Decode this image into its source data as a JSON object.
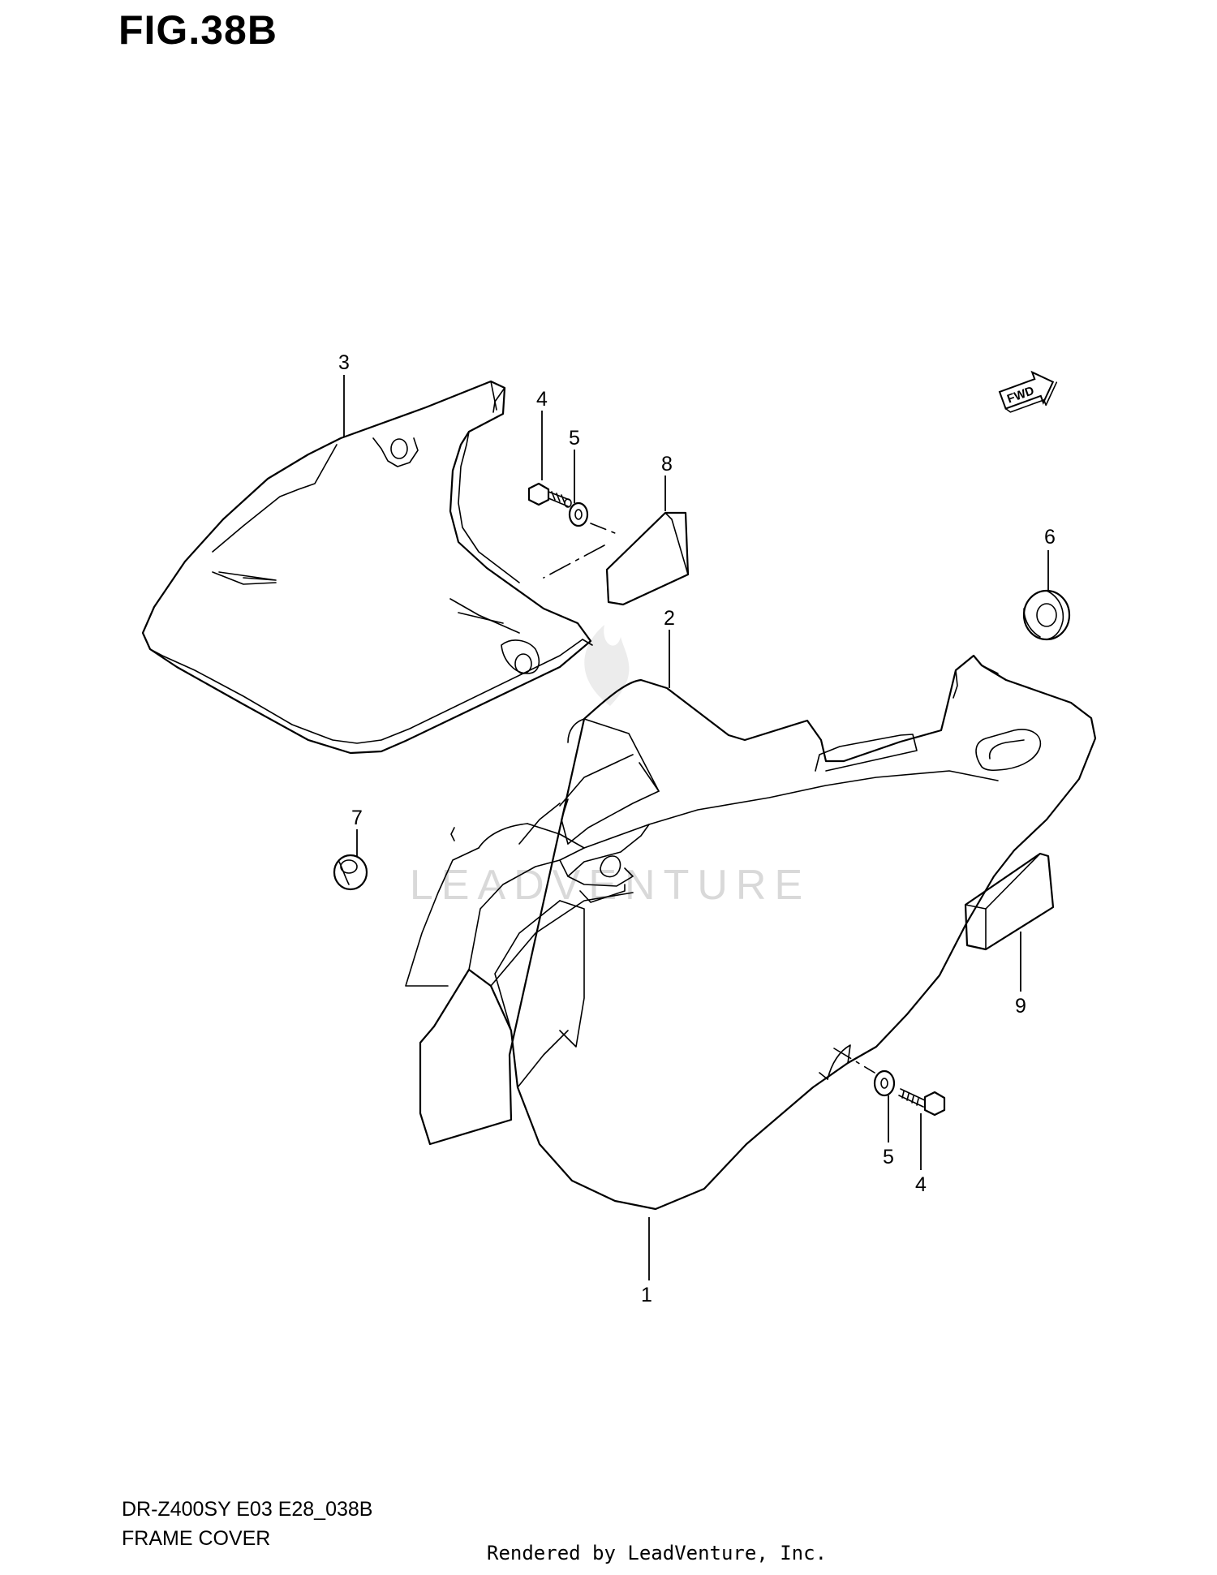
{
  "figure": {
    "title": "FIG.38B",
    "model_code": "DR-Z400SY E03 E28_038B",
    "section_name": "FRAME COVER",
    "render_credit": "Rendered by LeadVenture, Inc."
  },
  "watermark": {
    "text": "LEADVENTURE"
  },
  "direction_marker": {
    "label": "FWD"
  },
  "callouts": [
    {
      "id": "callout-3",
      "number": "3"
    },
    {
      "id": "callout-4-upper",
      "number": "4"
    },
    {
      "id": "callout-5-upper",
      "number": "5"
    },
    {
      "id": "callout-8",
      "number": "8"
    },
    {
      "id": "callout-6",
      "number": "6"
    },
    {
      "id": "callout-2",
      "number": "2"
    },
    {
      "id": "callout-7",
      "number": "7"
    },
    {
      "id": "callout-9",
      "number": "9"
    },
    {
      "id": "callout-5-lower",
      "number": "5"
    },
    {
      "id": "callout-4-lower",
      "number": "4"
    },
    {
      "id": "callout-1",
      "number": "1"
    }
  ]
}
